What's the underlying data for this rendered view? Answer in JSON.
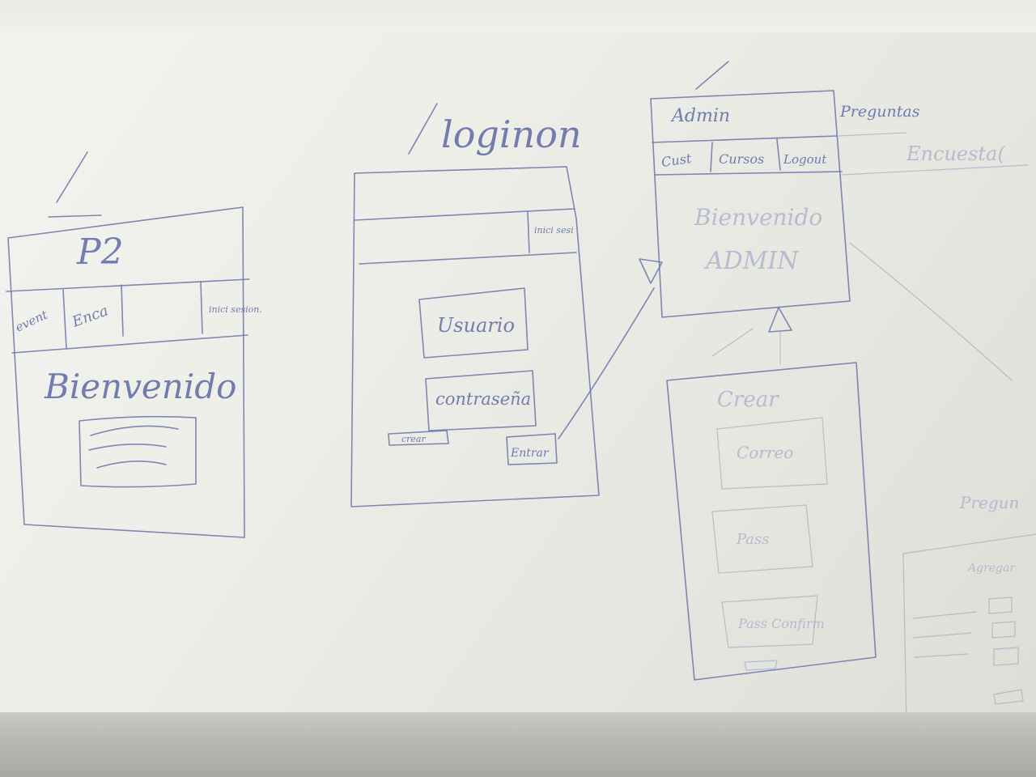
{
  "sketch_p2": {
    "title": "P2",
    "nav_left": "event",
    "nav_mid": "Enca",
    "nav_right": "inici sesion.",
    "welcome": "Bienvenido"
  },
  "sketch_login": {
    "title": "loginon",
    "nav_right": "inici sesi",
    "username": "Usuario",
    "password": "contraseña",
    "create": "crear",
    "enter": "Entrar"
  },
  "sketch_admin": {
    "title": "Admin",
    "nav_1": "Cust",
    "nav_2": "Cursos",
    "nav_3": "Logout",
    "side_label": "Preguntas",
    "side_label_2": "Encuesta(",
    "welcome_1": "Bienvenido",
    "welcome_2": "ADMIN"
  },
  "sketch_create": {
    "title": "Crear",
    "field_1": "Correo",
    "field_2": "Pass",
    "field_3": "Pass Confirm"
  },
  "sketch_right": {
    "label": "Pregun",
    "sub_label": "Agregar"
  },
  "colors": {
    "ink": "#5d6aa3",
    "board": "#f3f3ef"
  }
}
